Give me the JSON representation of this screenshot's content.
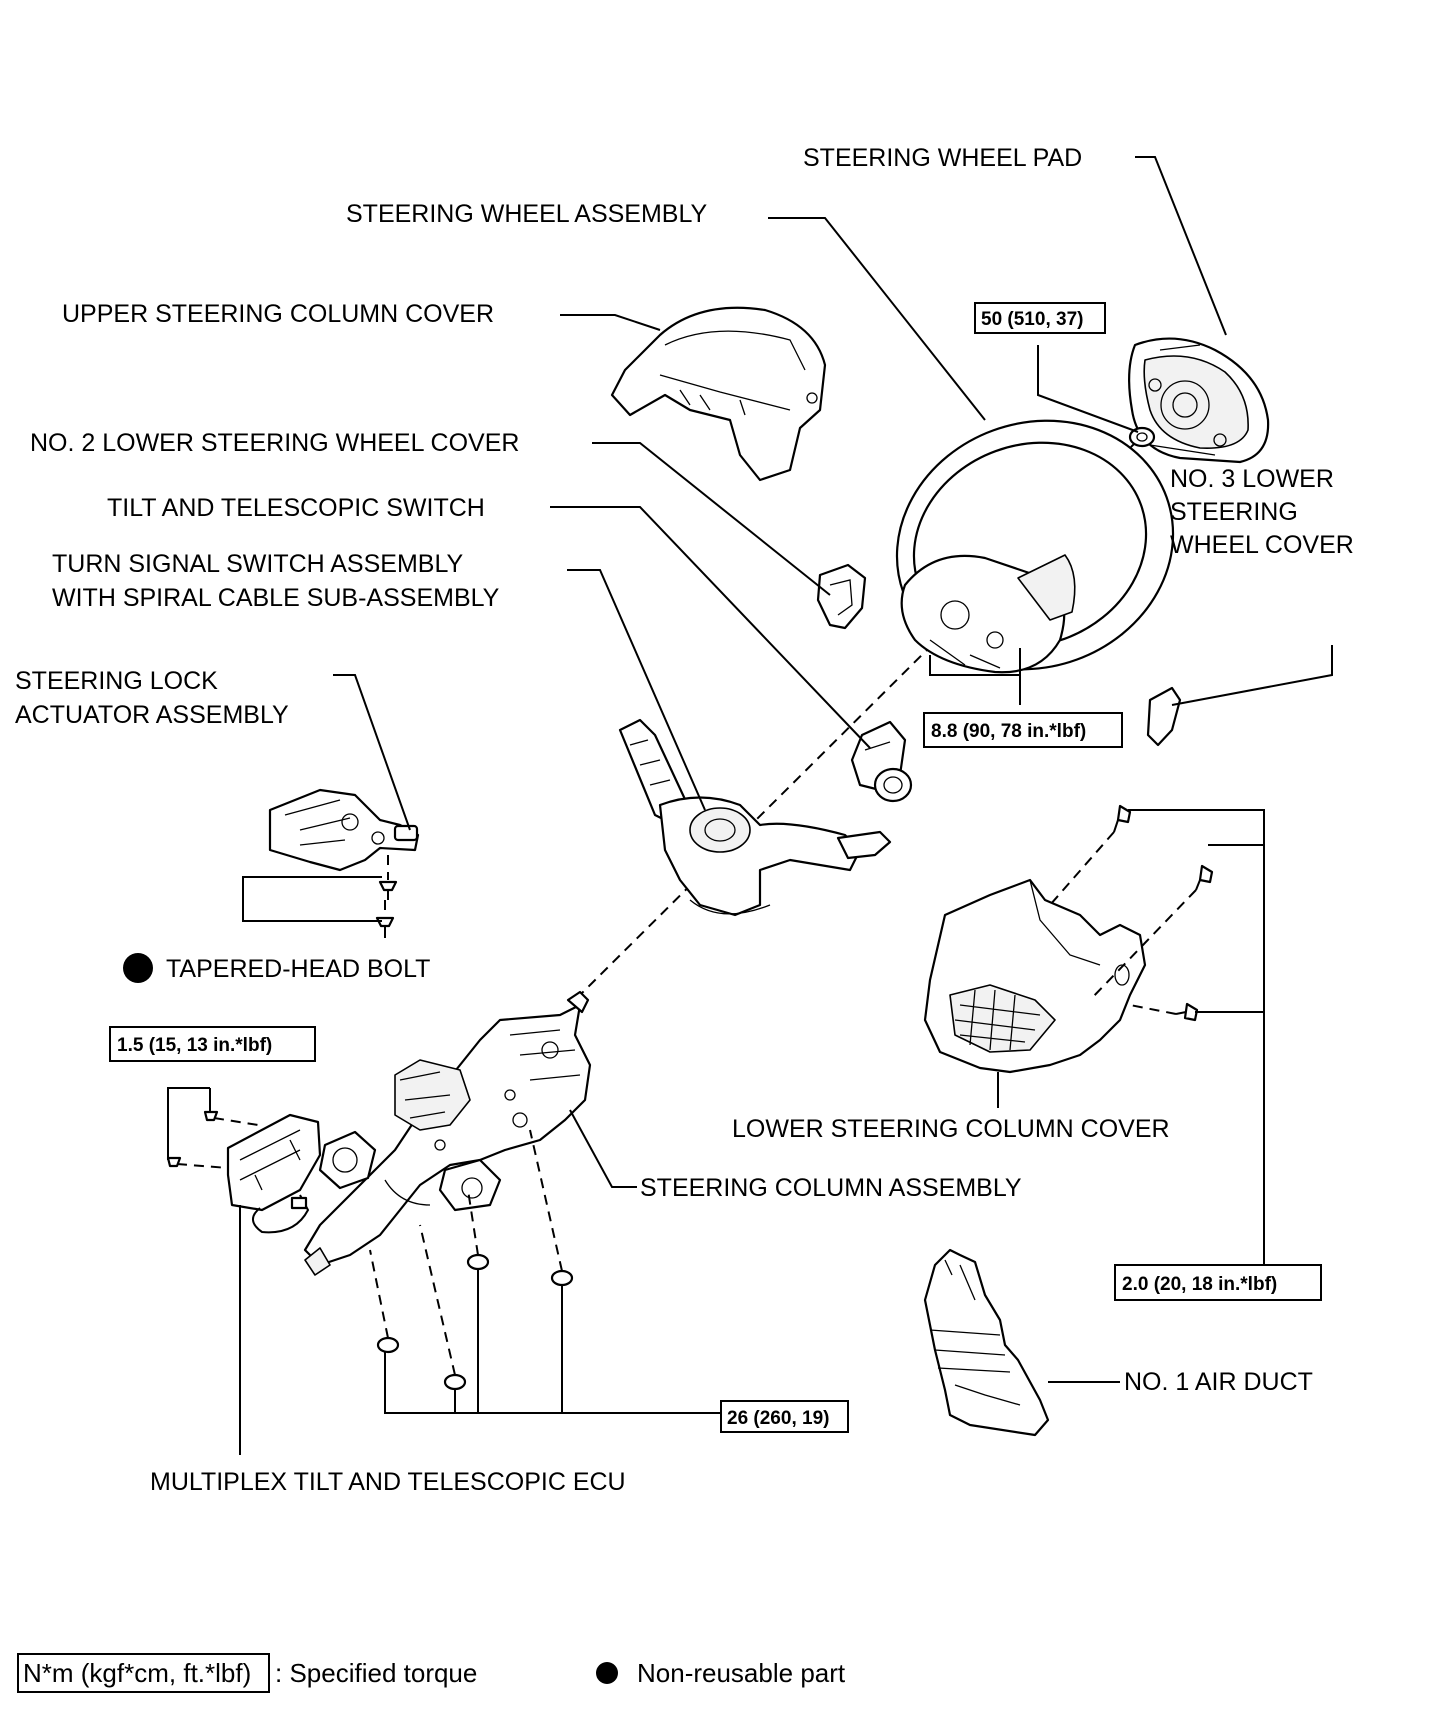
{
  "labels": {
    "steering_wheel_pad": "STEERING WHEEL PAD",
    "steering_wheel_assembly": "STEERING WHEEL ASSEMBLY",
    "upper_steering_column_cover": "UPPER STEERING COLUMN COVER",
    "no2_lower_steering_wheel_cover": "NO. 2 LOWER STEERING WHEEL COVER",
    "tilt_telescopic_switch": "TILT AND TELESCOPIC SWITCH",
    "turn_signal_line1": "TURN SIGNAL SWITCH ASSEMBLY",
    "turn_signal_line2": "WITH SPIRAL CABLE SUB-ASSEMBLY",
    "steering_lock_line1": "STEERING LOCK",
    "steering_lock_line2": "ACTUATOR ASSEMBLY",
    "tapered_head_bolt": "TAPERED-HEAD BOLT",
    "no3_line1": "NO. 3 LOWER",
    "no3_line2": "STEERING",
    "no3_line3": "WHEEL COVER",
    "lower_steering_column_cover": "LOWER STEERING COLUMN COVER",
    "steering_column_assembly": "STEERING COLUMN ASSEMBLY",
    "no1_air_duct": "NO. 1 AIR DUCT",
    "multiplex_ecu": "MULTIPLEX TILT AND TELESCOPIC ECU"
  },
  "torques": {
    "wheel_nut": "50 (510, 37)",
    "wheel_pad_screw": "8.8 (90, 78 in.*lbf)",
    "ecu_bolts": "1.5 (15, 13 in.*lbf)",
    "lower_cover_screws": "2.0 (20, 18 in.*lbf)",
    "column_nuts": "26 (260, 19)"
  },
  "legend": {
    "torque_box": "N*m (kgf*cm, ft.*lbf)",
    "torque_desc": ": Specified torque",
    "nonreusable_desc": "Non-reusable part"
  }
}
